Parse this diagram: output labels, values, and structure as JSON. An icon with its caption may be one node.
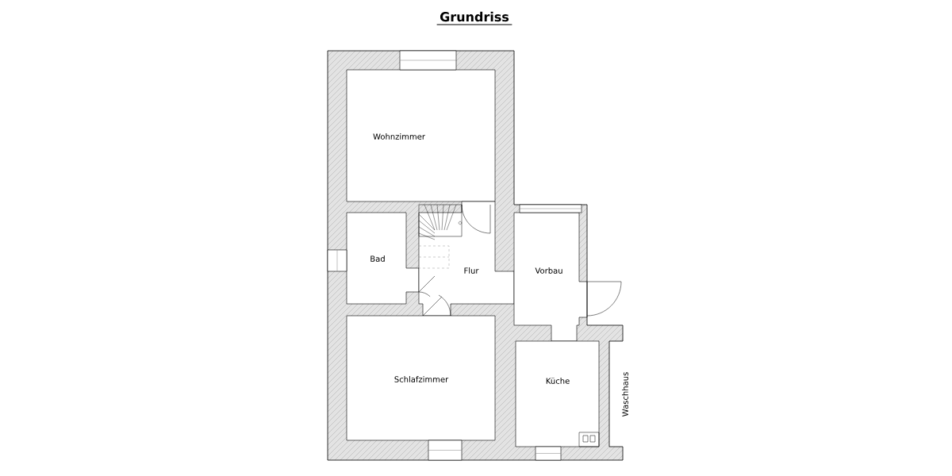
{
  "diagram": {
    "title": "Grundriss",
    "labels": [
      "Wohnzimmer",
      "Bad",
      "Flur",
      "Vorbau",
      "Schlafzimmer",
      "Küche",
      "Waschhaus"
    ]
  }
}
